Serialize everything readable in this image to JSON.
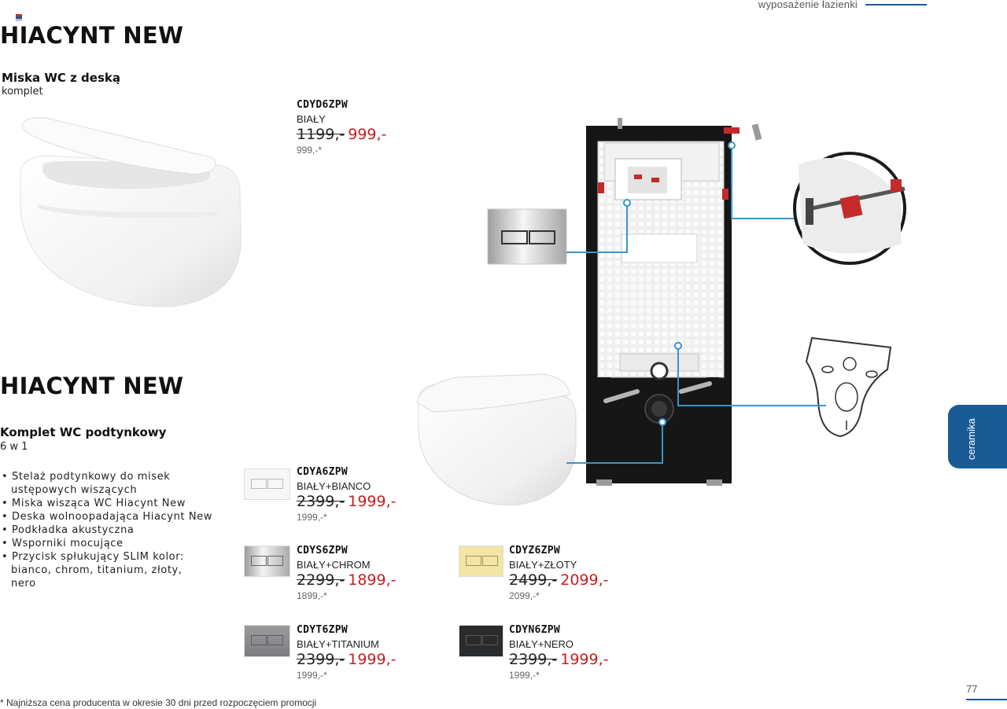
{
  "header": {
    "category": "wyposażenie łazienki"
  },
  "section1": {
    "title": "HIACYNT NEW",
    "subtitle": "Miska WC z deską",
    "note": "komplet",
    "product": {
      "sku": "CDYD6ZPW",
      "color": "BIAŁY",
      "old_price": "1199,-",
      "new_price": "999,-",
      "lowest": "999,-*"
    }
  },
  "section2": {
    "title": "HIACYNT NEW",
    "subtitle": "Komplet WC podtynkowy",
    "note": "6 w 1",
    "features": [
      "• Stelaż podtynkowy do misek ustępowych wiszących",
      "• Miska wisząca WC Hiacynt New",
      "• Deska wolnoopadająca Hiacynt New",
      "• Podkładka akustyczna",
      "• Wsporniki mocujące",
      "• Przycisk spłukujący SLIM kolor: bianco, chrom, titanium, złoty, nero"
    ],
    "products": [
      {
        "sku": "CDYA6ZPW",
        "color": "BIAŁY+BIANCO",
        "old_price": "2399,-",
        "new_price": "1999,-",
        "lowest": "1999,-*",
        "swatch_color": "#f7f7f7"
      },
      {
        "sku": "CDYS6ZPW",
        "color": "BIAŁY+CHROM",
        "old_price": "2299,-",
        "new_price": "1899,-",
        "lowest": "1899,-*",
        "swatch_color": "#cfd0d2"
      },
      {
        "sku": "CDYZ6ZPW",
        "color": "BIAŁY+ZŁOTY",
        "old_price": "2499,-",
        "new_price": "2099,-",
        "lowest": "2099,-*",
        "swatch_color": "#f1e6a6"
      },
      {
        "sku": "CDYT6ZPW",
        "color": "BIAŁY+TITANIUM",
        "old_price": "2399,-",
        "new_price": "1999,-",
        "lowest": "1999,-*",
        "swatch_color": "#8a8b8d"
      },
      {
        "sku": "CDYN6ZPW",
        "color": "BIAŁY+NERO",
        "old_price": "2399,-",
        "new_price": "1999,-",
        "lowest": "1999,-*",
        "swatch_color": "#2a2b2d"
      }
    ]
  },
  "side_tab": {
    "label": "ceramika"
  },
  "page_number": "77",
  "footnote": "* Najniższa cena producenta w okresie 30 dni przed rozpoczęciem promocji",
  "colors": {
    "accent": "#1a5b96",
    "price_red": "#c81e1e",
    "callout_line": "#3a95c9"
  }
}
